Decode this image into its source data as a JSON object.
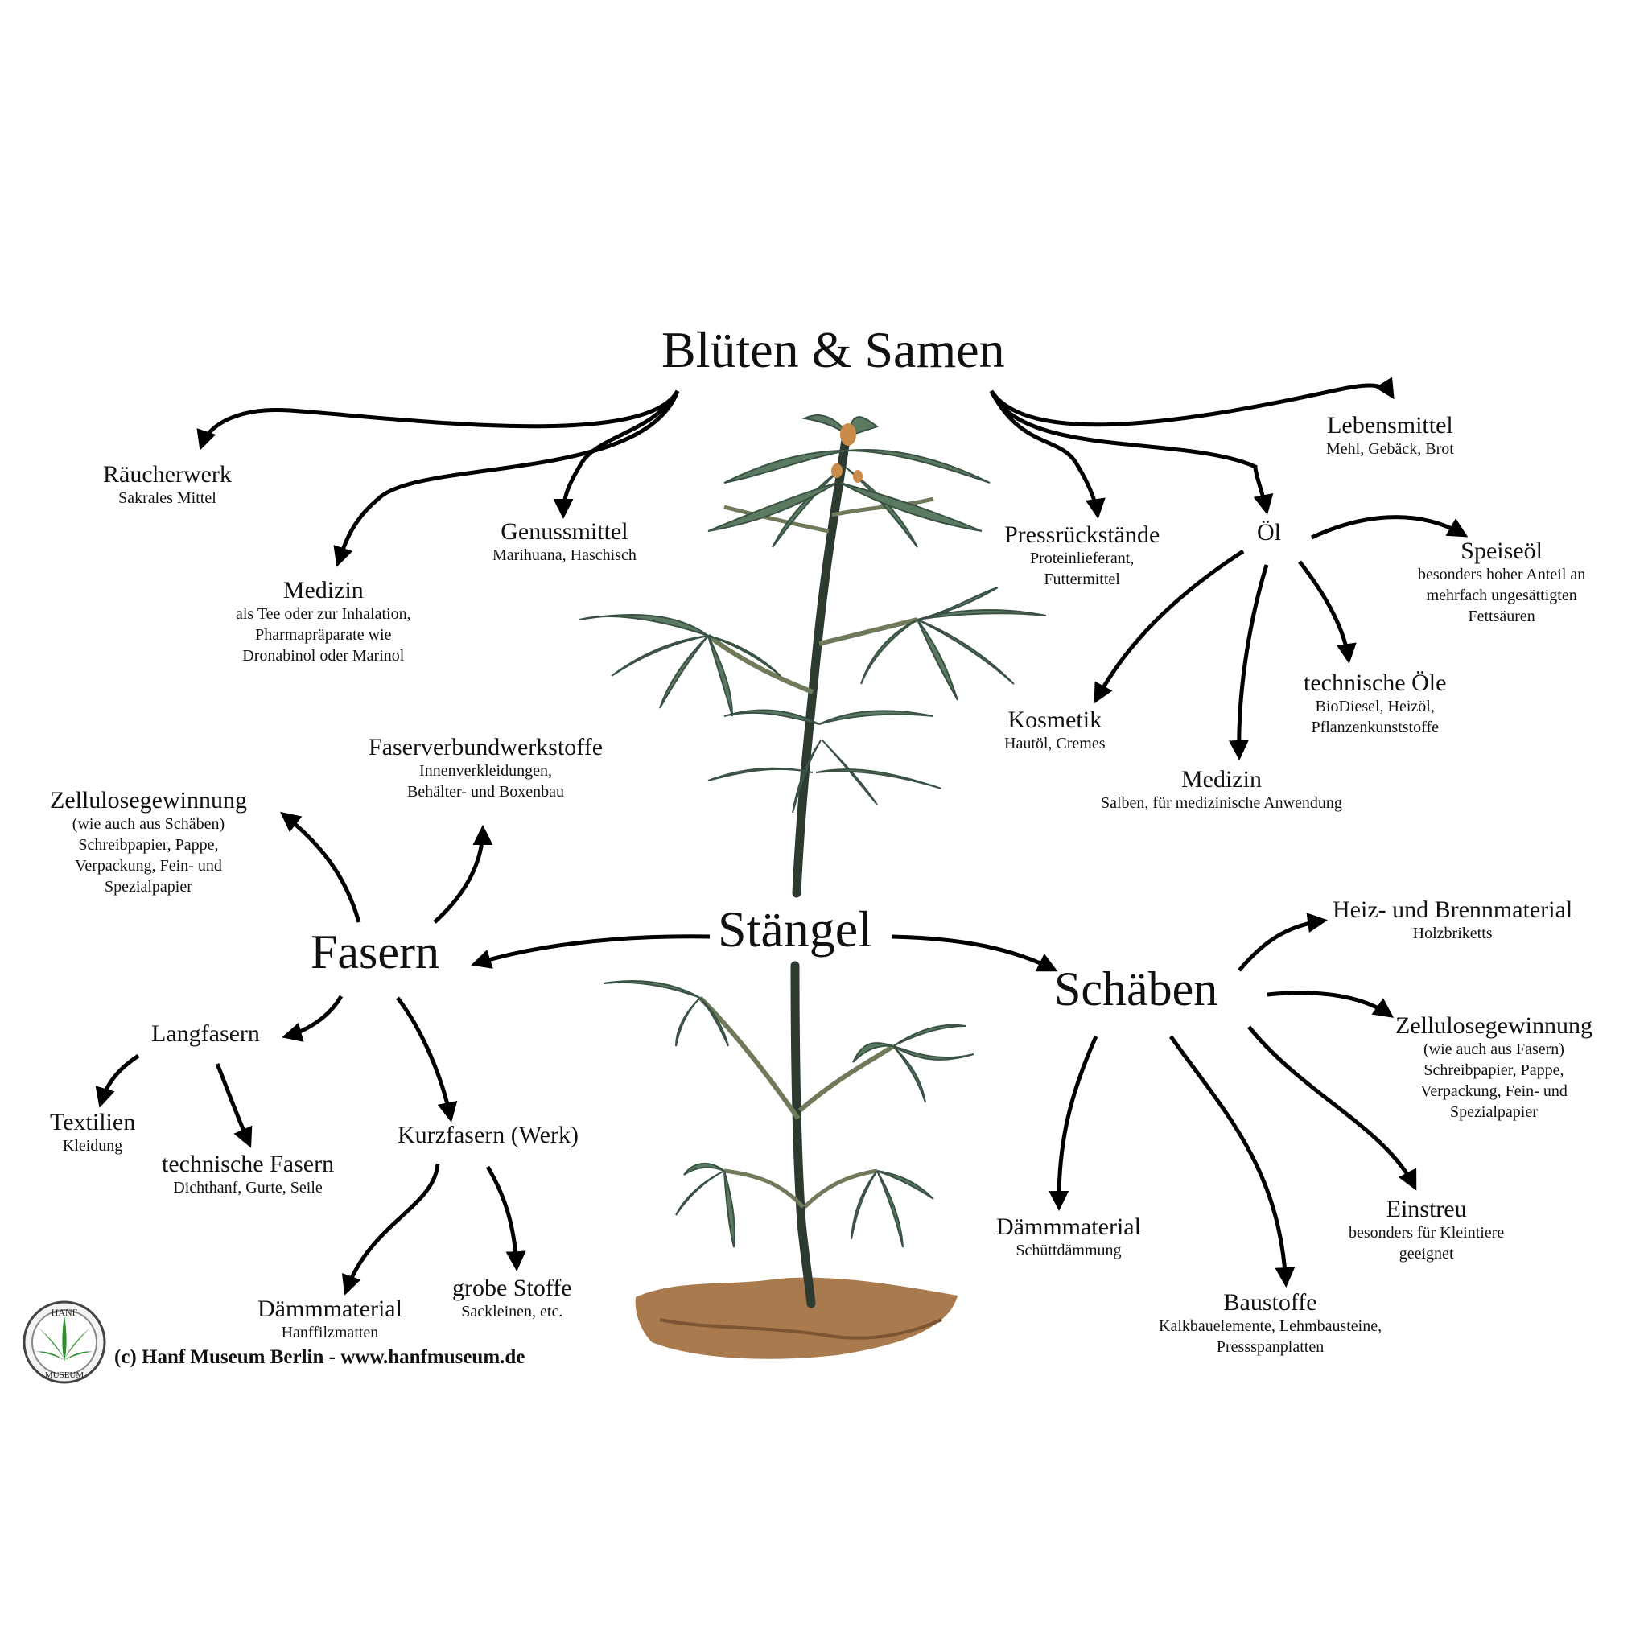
{
  "nodes": {
    "bluten": {
      "title": "Blüten & Samen"
    },
    "stangel": {
      "title": "Stängel"
    },
    "fasern": {
      "title": "Fasern"
    },
    "schaben": {
      "title": "Schäben"
    },
    "raucherwerk": {
      "title": "Räucherwerk",
      "sub": [
        "Sakrales Mittel"
      ]
    },
    "genussmittel": {
      "title": "Genussmittel",
      "sub": [
        "Marihuana, Haschisch"
      ]
    },
    "medizin1": {
      "title": "Medizin",
      "sub": [
        "als Tee oder zur Inhalation,",
        "Pharmapräparate wie",
        "Dronabinol oder Marinol"
      ]
    },
    "pressruck": {
      "title": "Pressrückstände",
      "sub": [
        "Proteinlieferant,",
        "Futtermittel"
      ]
    },
    "lebensmittel": {
      "title": "Lebensmittel",
      "sub": [
        "Mehl, Gebäck, Brot"
      ]
    },
    "ol": {
      "title": "Öl"
    },
    "speiseol": {
      "title": "Speiseöl",
      "sub": [
        "besonders hoher Anteil an",
        "mehrfach ungesättigten",
        "Fettsäuren"
      ]
    },
    "techoele": {
      "title": "technische Öle",
      "sub": [
        "BioDiesel, Heizöl,",
        "Pflanzenkunststoffe"
      ]
    },
    "kosmetik": {
      "title": "Kosmetik",
      "sub": [
        "Hautöl, Cremes"
      ]
    },
    "medizin2": {
      "title": "Medizin",
      "sub": [
        "Salben, für medizinische Anwendung"
      ]
    },
    "faserverbund": {
      "title": "Faserverbundwerkstoffe",
      "sub": [
        "Innenverkleidungen,",
        "Behälter- und Boxenbau"
      ]
    },
    "zellulose1": {
      "title": "Zellulosegewinnung",
      "sub": [
        "(wie auch aus Schäben)",
        "Schreibpapier, Pappe,",
        "Verpackung, Fein- und",
        "Spezialpapier"
      ]
    },
    "langfasern": {
      "title": "Langfasern"
    },
    "textilien": {
      "title": "Textilien",
      "sub": [
        "Kleidung"
      ]
    },
    "techfasern": {
      "title": "technische Fasern",
      "sub": [
        "Dichthanf, Gurte, Seile"
      ]
    },
    "kurzfasern": {
      "title": "Kurzfasern (Werk)"
    },
    "daemm1": {
      "title": "Dämmmaterial",
      "sub": [
        "Hanffilzmatten"
      ]
    },
    "grobe": {
      "title": "grobe Stoffe",
      "sub": [
        "Sackleinen, etc."
      ]
    },
    "heiz": {
      "title": "Heiz- und Brennmaterial",
      "sub": [
        "Holzbriketts"
      ]
    },
    "zellulose2": {
      "title": "Zellulosegewinnung",
      "sub": [
        "(wie auch aus Fasern)",
        "Schreibpapier, Pappe,",
        "Verpackung, Fein- und",
        "Spezialpapier"
      ]
    },
    "daemm2": {
      "title": "Dämmmaterial",
      "sub": [
        "Schüttdämmung"
      ]
    },
    "einstreu": {
      "title": "Einstreu",
      "sub": [
        "besonders für Kleintiere",
        "geeignet"
      ]
    },
    "baustoffe": {
      "title": "Baustoffe",
      "sub": [
        "Kalkbauelemente, Lehmbausteine,",
        "Pressspanplatten"
      ]
    }
  },
  "logo": {
    "text_top": "HANF",
    "text_bottom": "MUSEUM"
  },
  "footer": "(c) Hanf Museum Berlin - www.hanfmuseum.de",
  "colors": {
    "leaf": "#5b7a62",
    "leaf_dark": "#3a5244",
    "stem": "#2c3a30",
    "soil": "#a87a4e",
    "flower": "#c98a4a",
    "arrow": "#000000"
  }
}
